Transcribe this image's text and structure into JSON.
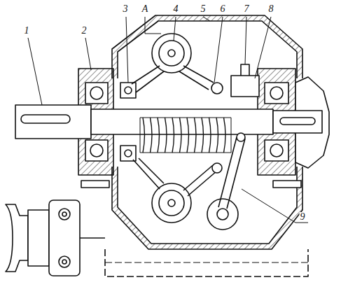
{
  "diagram": {
    "labels": [
      "1",
      "2",
      "3",
      "A",
      "4",
      "5",
      "6",
      "7",
      "8",
      "9"
    ]
  }
}
